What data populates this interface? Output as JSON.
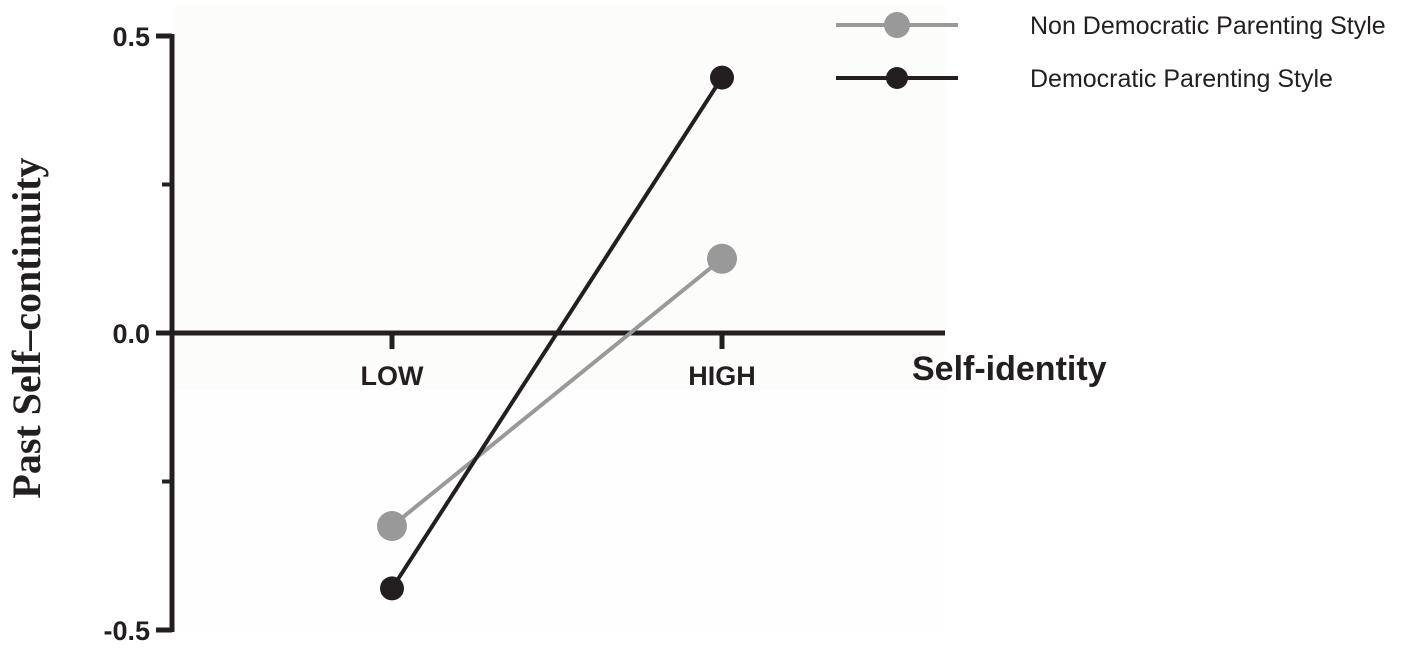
{
  "chart_data": {
    "type": "line",
    "xlabel": "Self-identity",
    "ylabel": "Past Self–continuity",
    "categories": [
      "LOW",
      "HIGH"
    ],
    "ylim": [
      -0.5,
      0.5
    ],
    "yticks": [
      0.5,
      0.0,
      -0.5
    ],
    "ytick_labels": [
      "0.5",
      "0.0",
      "-0.5"
    ],
    "grid": false,
    "legend_position": "top-right",
    "series": [
      {
        "name": "Non Democratic Parenting Style",
        "values": [
          -0.325,
          0.125
        ],
        "color": "#999999"
      },
      {
        "name": "Democratic Parenting Style",
        "values": [
          -0.43,
          0.43
        ],
        "color": "#231f20"
      }
    ]
  }
}
